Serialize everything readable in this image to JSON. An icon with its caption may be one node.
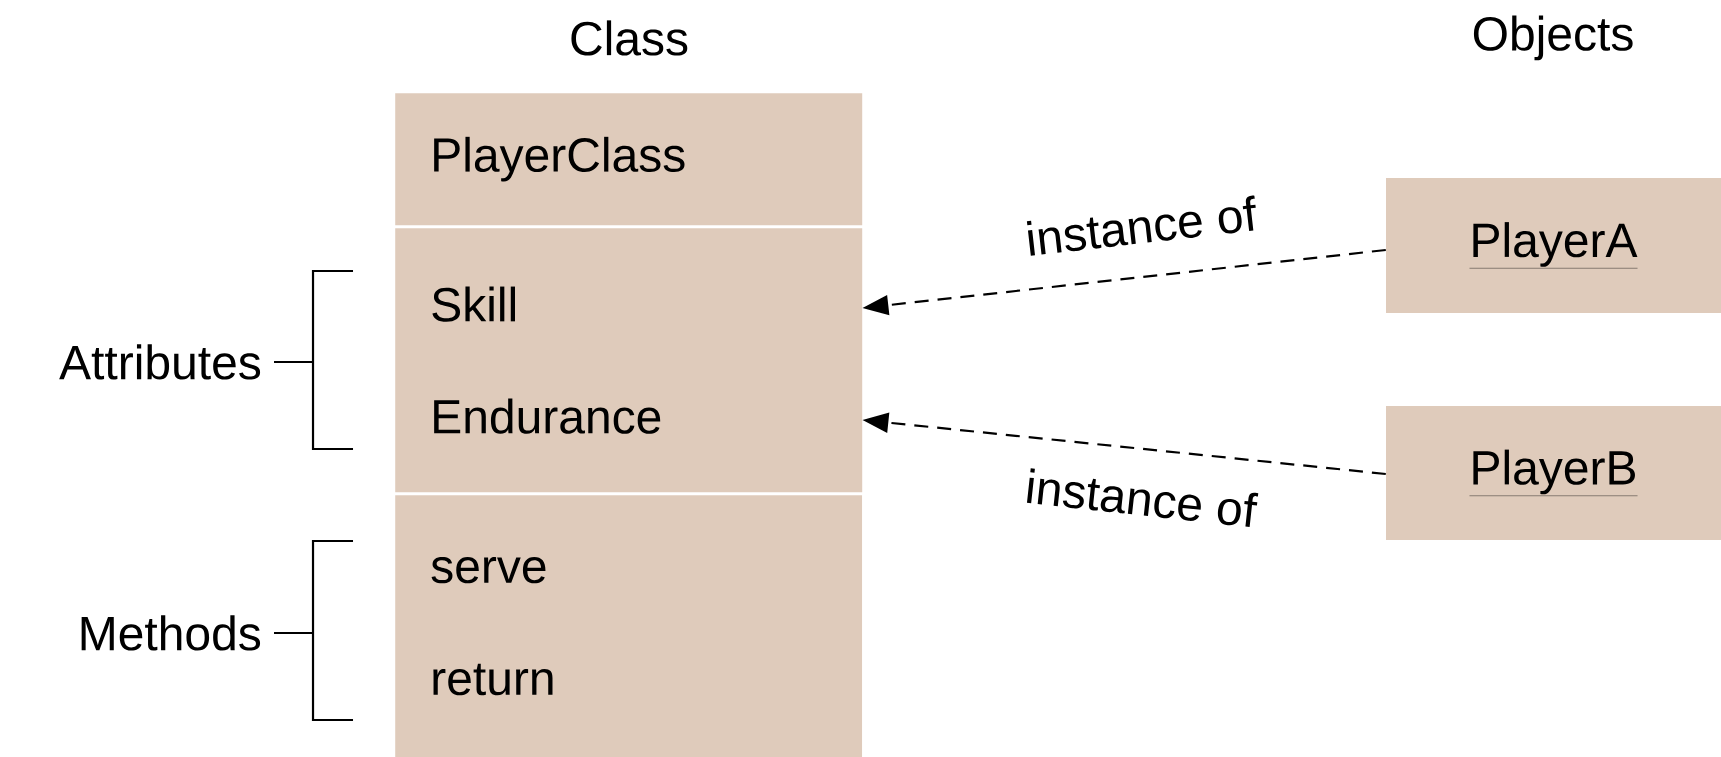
{
  "diagram": {
    "nodes": [
      {
        "text": [
          "PlayerClass"
        ]
      },
      {
        "text": [
          "Skill",
          "Endurance"
        ]
      },
      {
        "text": [
          "serve",
          "return"
        ]
      },
      {
        "text": [
          "PlayerA"
        ]
      },
      {
        "text": [
          "PlayerB"
        ]
      }
    ],
    "edges": [
      {
        "from": 3,
        "to": 1,
        "arrow": "to",
        "label": "instance of",
        "style": "dashed"
      },
      {
        "from": 4,
        "to": 1,
        "arrow": "to",
        "label": "instance of",
        "style": "dashed"
      }
    ],
    "labels": [
      "Class",
      "Objects",
      "Attributes",
      "Methods"
    ]
  }
}
